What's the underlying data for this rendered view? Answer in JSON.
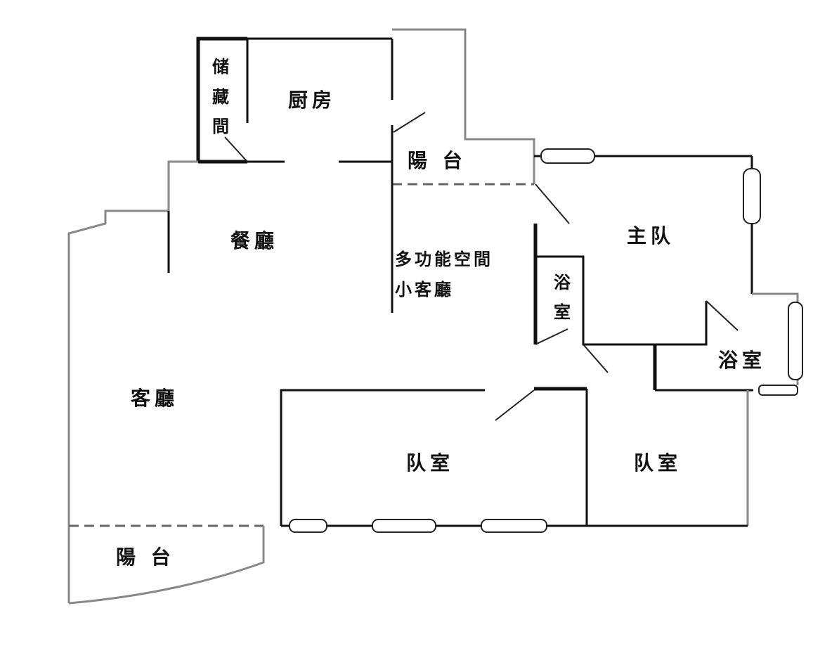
{
  "rooms": {
    "storage": [
      "储",
      "藏",
      "間"
    ],
    "kitchen": "厨房",
    "balcony_top": "陽 台",
    "dining": "餐廳",
    "multi_line1": "多功能空間",
    "multi_line2": "小客廳",
    "master_bedroom": "主队",
    "bath_small": [
      "浴",
      "室"
    ],
    "bath_master": "浴室",
    "living": "客廳",
    "bedroom_center": "队室",
    "bedroom_right": "队室",
    "balcony_bottom": "陽 台"
  }
}
